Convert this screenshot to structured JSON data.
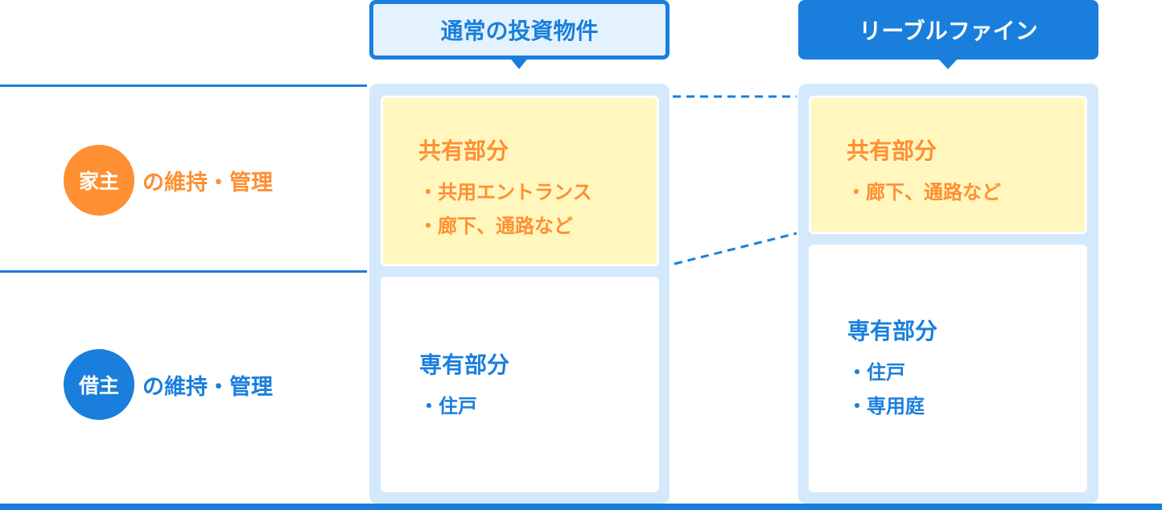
{
  "columns": {
    "normal": {
      "label": "通常の投資物件"
    },
    "riblefine": {
      "label": "リーブルファイン"
    }
  },
  "rows": {
    "owner": {
      "badge": "家主",
      "text": "の維持・管理"
    },
    "tenant": {
      "badge": "借主",
      "text": "の維持・管理"
    }
  },
  "normal": {
    "common": {
      "title": "共有部分",
      "items": [
        "・共用エントランス",
        "・廊下、通路など"
      ]
    },
    "private": {
      "title": "専有部分",
      "items": [
        "・住戸"
      ]
    }
  },
  "riblefine": {
    "common": {
      "title": "共有部分",
      "items": [
        "・廊下、通路など"
      ]
    },
    "private": {
      "title": "専有部分",
      "items": [
        "・住戸",
        "・専用庭"
      ]
    }
  },
  "colors": {
    "blue": "#1a7fdc",
    "orange": "#ff8f33",
    "yellow": "#fff7be",
    "panel": "#d4e9fb"
  }
}
